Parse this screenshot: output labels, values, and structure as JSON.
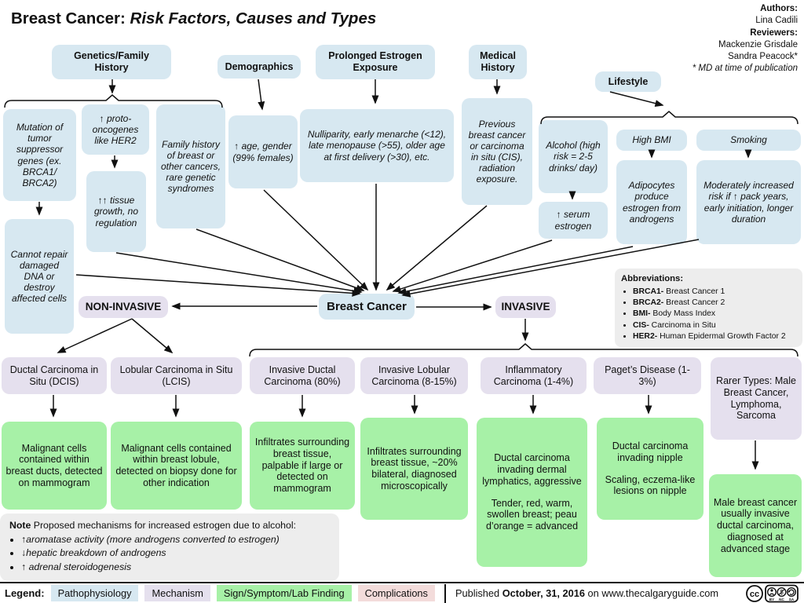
{
  "title": {
    "prefix": "Breast Cancer: ",
    "italic": "Risk Factors, Causes and Types"
  },
  "credits": {
    "authors_label": "Authors:",
    "author": "Lina Cadili",
    "reviewers_label": "Reviewers:",
    "reviewer1": "Mackenzie Grisdale",
    "reviewer2": "Sandra Peacock*",
    "footnote": "* MD at time of publication"
  },
  "categories": {
    "genetics": "Genetics/Family History",
    "demographics": "Demographics",
    "estrogen": "Prolonged Estrogen Exposure",
    "medical": "Medical History",
    "lifestyle": "Lifestyle"
  },
  "nodes": {
    "mutation": "Mutation of tumor suppressor genes (ex. BRCA1/ BRCA2)",
    "cannot_repair": "Cannot repair damaged DNA or destroy affected cells",
    "proto_oncogenes": "↑ proto-oncogenes like HER2",
    "tissue_growth": "↑↑ tissue growth, no regulation",
    "family_history": "Family history of breast or other cancers, rare genetic syndromes",
    "age_gender": "↑ age, gender (99% females)",
    "nulliparity": "Nulliparity, early menarche (<12), late menopause (>55), older age at first delivery (>30), etc.",
    "previous_cancer": "Previous breast cancer or carcinoma in situ (CIS), radiation exposure.",
    "alcohol": "Alcohol (high risk = 2-5 drinks/ day)",
    "serum_estrogen": "↑ serum estrogen",
    "high_bmi": "High BMI",
    "adipocytes": "Adipocytes produce estrogen from androgens",
    "smoking": "Smoking",
    "smoking_risk": "Moderately increased risk if ↑ pack years, early initiation, longer duration"
  },
  "center": {
    "breast_cancer": "Breast Cancer",
    "non_invasive": "NON-INVASIVE",
    "invasive": "INVASIVE"
  },
  "abbreviations": {
    "title": "Abbreviations:",
    "items": [
      {
        "abbr": "BRCA1-",
        "full": " Breast Cancer 1"
      },
      {
        "abbr": "BRCA2-",
        "full": " Breast Cancer 2"
      },
      {
        "abbr": "BMI-",
        "full": " Body Mass Index"
      },
      {
        "abbr": "CIS-",
        "full": " Carcinoma in Situ"
      },
      {
        "abbr": "HER2-",
        "full": " Human Epidermal Growth Factor 2"
      }
    ]
  },
  "types": {
    "dcis": "Ductal Carcinoma in Situ (DCIS)",
    "lcis": "Lobular Carcinoma in Situ (LCIS)",
    "idc": "Invasive Ductal Carcinoma (80%)",
    "ilc": "Invasive Lobular Carcinoma (8-15%)",
    "inflammatory": "Inflammatory Carcinoma (1-4%)",
    "pagets": "Paget’s Disease (1-3%)",
    "rarer": "Rarer Types: Male Breast Cancer, Lymphoma, Sarcoma"
  },
  "findings": {
    "dcis": "Malignant cells contained within breast ducts, detected on mammogram",
    "lcis": "Malignant cells contained within breast lobule, detected on biopsy done for other indication",
    "idc": "Infiltrates surrounding breast tissue, palpable if large or detected on mammogram",
    "ilc": "Infiltrates surrounding breast tissue, ~20% bilateral, diagnosed microscopically",
    "inflammatory_1": "Ductal carcinoma invading dermal lymphatics, aggressive",
    "inflammatory_2": "Tender, red, warm, swollen breast; peau d’orange = advanced",
    "pagets_1": "Ductal carcinoma invading nipple",
    "pagets_2": "Scaling, eczema-like lesions on nipple",
    "male": "Male breast cancer usually invasive ductal carcinoma, diagnosed at advanced stage"
  },
  "note": {
    "label": "Note",
    "intro": "  Proposed mechanisms for increased estrogen due to alcohol:",
    "items": [
      "↑aromatase activity (more androgens converted to estrogen)",
      "↓hepatic breakdown of androgens",
      "↑ adrenal steroidogenesis"
    ]
  },
  "legend": {
    "label": "Legend:",
    "items": [
      {
        "label": "Pathophysiology",
        "color": "#d7e8f1"
      },
      {
        "label": "Mechanism",
        "color": "#e5e0ee"
      },
      {
        "label": "Sign/Symptom/Lab Finding",
        "color": "#a7f1a7"
      },
      {
        "label": "Complications",
        "color": "#f3dcdb"
      }
    ]
  },
  "footer": {
    "published_prefix": "Published ",
    "published_date": "October, 31, 2016",
    "published_suffix": " on www.thecalgaryguide.com"
  },
  "license": {
    "cc": "cc",
    "by": "BY",
    "nc": "NC",
    "sa": "SA"
  }
}
